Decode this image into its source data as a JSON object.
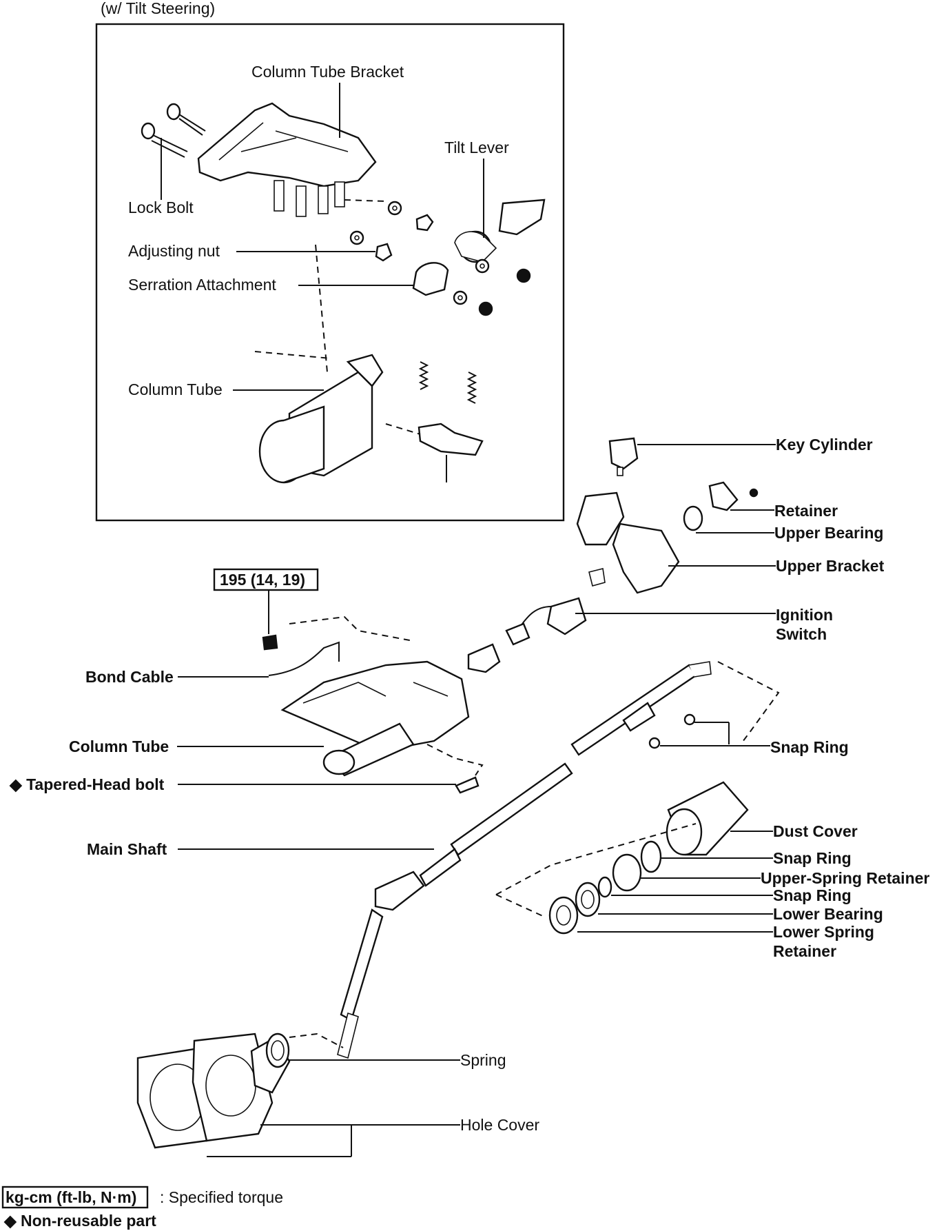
{
  "inset_title": "(w/ Tilt Steering)",
  "inset_labels": {
    "column_tube_bracket": "Column Tube Bracket",
    "tilt_lever": "Tilt Lever",
    "lock_bolt": "Lock Bolt",
    "adjusting_nut": "Adjusting nut",
    "serration_attachment": "Serration Attachment",
    "column_tube": "Column Tube"
  },
  "torque_box": "195 (14, 19)",
  "labels": {
    "key_cylinder": "Key Cylinder",
    "retainer": "Retainer",
    "upper_bearing": "Upper Bearing",
    "upper_bracket": "Upper Bracket",
    "ignition_switch_1": "Ignition",
    "ignition_switch_2": "Switch",
    "bond_cable": "Bond Cable",
    "column_tube": "Column Tube",
    "snap_ring_1": "Snap Ring",
    "tapered_head_bolt": "Tapered-Head bolt",
    "main_shaft": "Main Shaft",
    "dust_cover": "Dust Cover",
    "snap_ring_2": "Snap Ring",
    "upper_spring_retainer": "Upper-Spring Retainer",
    "snap_ring_3": "Snap Ring",
    "lower_bearing": "Lower Bearing",
    "lower_spring_retainer_1": "Lower Spring",
    "lower_spring_retainer_2": "Retainer",
    "spring": "Spring",
    "hole_cover": "Hole Cover"
  },
  "legend": {
    "torque_unit_box": "kg-cm (ft-lb, N·m)",
    "torque_desc": ": Specified torque",
    "nonreusable_symbol": "◆",
    "nonreusable_desc": "Non-reusable part"
  },
  "colors": {
    "ink": "#111111",
    "paper": "#ffffff"
  }
}
